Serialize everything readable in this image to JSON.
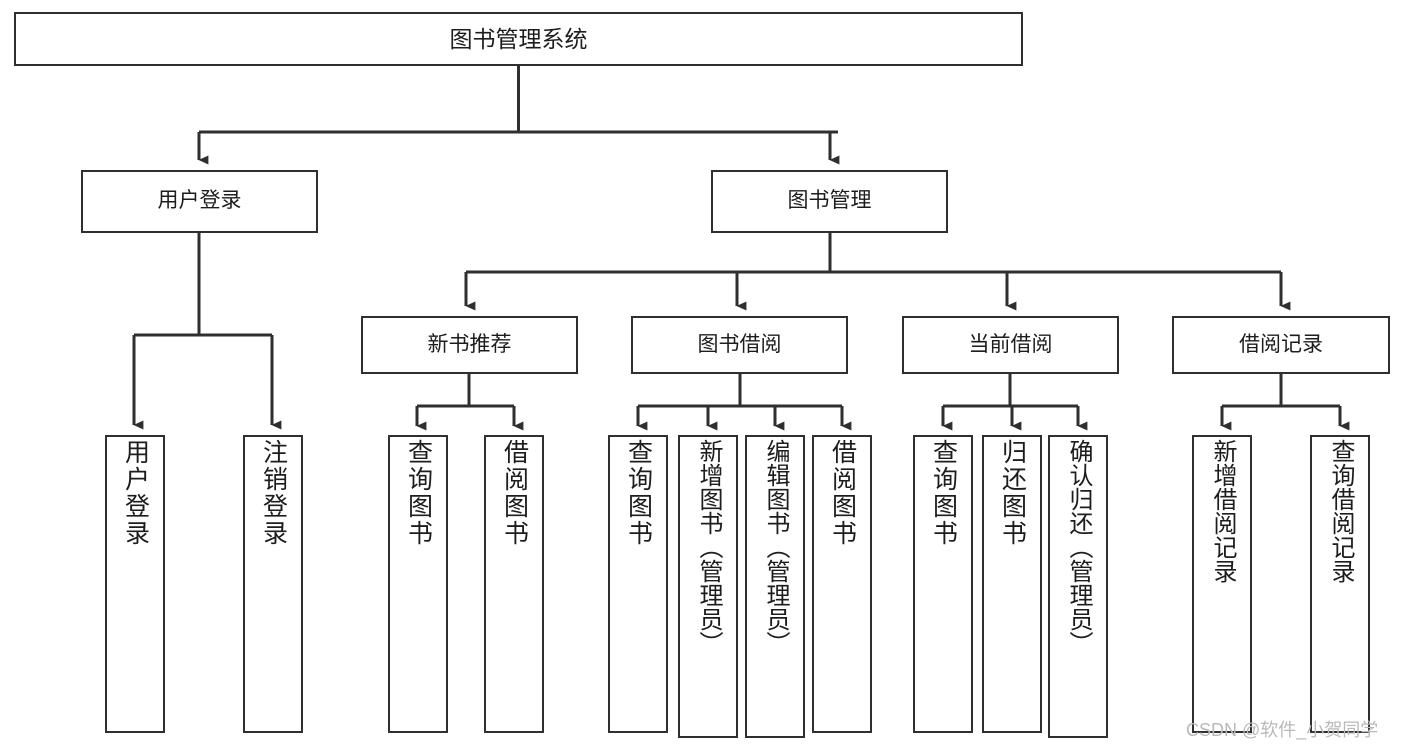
{
  "diagram": {
    "title": "图书管理系统",
    "type": "tree-hierarchy",
    "watermark": "CSDN @软件_小贺同学",
    "colors": {
      "box_border": "#2f2f2f",
      "box_fill": "#ffffff",
      "connector": "#2f2f2f",
      "text": "#1d1d1d",
      "watermark": "#b9b9b9",
      "background": "#ffffff"
    },
    "nodes": {
      "root": {
        "label": "图书管理系统",
        "level": 1,
        "orientation": "horizontal"
      },
      "user_login": {
        "label": "用户登录",
        "level": 2,
        "orientation": "horizontal"
      },
      "book_manage": {
        "label": "图书管理",
        "level": 2,
        "orientation": "horizontal"
      },
      "new_book_rec": {
        "label": "新书推荐",
        "level": 3,
        "orientation": "horizontal"
      },
      "book_borrow": {
        "label": "图书借阅",
        "level": 3,
        "orientation": "horizontal"
      },
      "current_borrow": {
        "label": "当前借阅",
        "level": 3,
        "orientation": "horizontal"
      },
      "borrow_record": {
        "label": "借阅记录",
        "level": 3,
        "orientation": "horizontal"
      },
      "leaf_user_login": {
        "label": "用户登录",
        "level": 4,
        "orientation": "vertical"
      },
      "leaf_logout": {
        "label": "注销登录",
        "level": 4,
        "orientation": "vertical"
      },
      "leaf_query_book_1": {
        "label": "查询图书",
        "level": 4,
        "orientation": "vertical"
      },
      "leaf_borrow_book_1": {
        "label": "借阅图书",
        "level": 4,
        "orientation": "vertical"
      },
      "leaf_query_book_2": {
        "label": "查询图书",
        "level": 4,
        "orientation": "vertical"
      },
      "leaf_add_book": {
        "label": "新增图书（管理员）",
        "level": 4,
        "orientation": "vertical"
      },
      "leaf_edit_book": {
        "label": "编辑图书（管理员）",
        "level": 4,
        "orientation": "vertical"
      },
      "leaf_borrow_book_2": {
        "label": "借阅图书",
        "level": 4,
        "orientation": "vertical"
      },
      "leaf_query_book_3": {
        "label": "查询图书",
        "level": 4,
        "orientation": "vertical"
      },
      "leaf_return_book": {
        "label": "归还图书",
        "level": 4,
        "orientation": "vertical"
      },
      "leaf_confirm_return": {
        "label": "确认归还（管理员）",
        "level": 4,
        "orientation": "vertical"
      },
      "leaf_add_record": {
        "label": "新增借阅记录",
        "level": 4,
        "orientation": "vertical"
      },
      "leaf_query_record": {
        "label": "查询借阅记录",
        "level": 4,
        "orientation": "vertical"
      }
    },
    "edges": [
      {
        "from": "root",
        "to": "user_login"
      },
      {
        "from": "root",
        "to": "book_manage"
      },
      {
        "from": "user_login",
        "to": "leaf_user_login"
      },
      {
        "from": "user_login",
        "to": "leaf_logout"
      },
      {
        "from": "book_manage",
        "to": "new_book_rec"
      },
      {
        "from": "book_manage",
        "to": "book_borrow"
      },
      {
        "from": "book_manage",
        "to": "current_borrow"
      },
      {
        "from": "book_manage",
        "to": "borrow_record"
      },
      {
        "from": "new_book_rec",
        "to": "leaf_query_book_1"
      },
      {
        "from": "new_book_rec",
        "to": "leaf_borrow_book_1"
      },
      {
        "from": "book_borrow",
        "to": "leaf_query_book_2"
      },
      {
        "from": "book_borrow",
        "to": "leaf_add_book"
      },
      {
        "from": "book_borrow",
        "to": "leaf_edit_book"
      },
      {
        "from": "book_borrow",
        "to": "leaf_borrow_book_2"
      },
      {
        "from": "current_borrow",
        "to": "leaf_query_book_3"
      },
      {
        "from": "current_borrow",
        "to": "leaf_return_book"
      },
      {
        "from": "current_borrow",
        "to": "leaf_confirm_return"
      },
      {
        "from": "borrow_record",
        "to": "leaf_add_record"
      },
      {
        "from": "borrow_record",
        "to": "leaf_query_record"
      }
    ]
  }
}
